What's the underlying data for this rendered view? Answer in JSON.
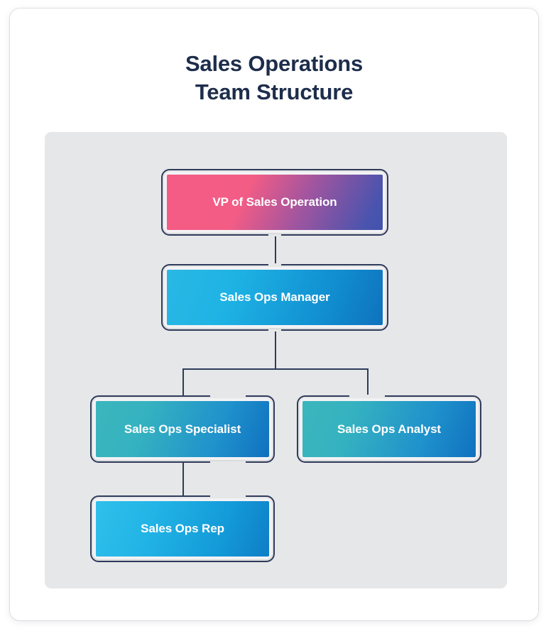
{
  "page": {
    "title_line1": "Sales Operations",
    "title_line2": "Team Structure",
    "background_color": "#ffffff",
    "card_color": "#ffffff",
    "panel_color": "#e6e7e8",
    "title_color": "#1d2d4b",
    "connector_color": "#2f3b5c",
    "node_outline_color": "#2f3b5c",
    "node_label_color": "#ffffff"
  },
  "chart_data": {
    "type": "diagram",
    "diagram_kind": "org-chart",
    "title": "Sales Operations Team Structure",
    "nodes": [
      {
        "id": "vp",
        "label": "VP of Sales Operation",
        "level": 0,
        "gradient_from": "#f45b85",
        "gradient_to": "#4253ad"
      },
      {
        "id": "manager",
        "label": "Sales Ops Manager",
        "level": 1,
        "gradient_from": "#2ab8e4",
        "gradient_to": "#0f72bd"
      },
      {
        "id": "specialist",
        "label": "Sales Ops Specialist",
        "level": 2,
        "gradient_from": "#3bb6bd",
        "gradient_to": "#1071bf"
      },
      {
        "id": "analyst",
        "label": "Sales Ops Analyst",
        "level": 2,
        "gradient_from": "#3bb6bd",
        "gradient_to": "#1071bf"
      },
      {
        "id": "rep",
        "label": "Sales Ops Rep",
        "level": 3,
        "gradient_from": "#2fc0ea",
        "gradient_to": "#0f7dc6"
      }
    ],
    "edges": [
      {
        "from": "vp",
        "to": "manager"
      },
      {
        "from": "manager",
        "to": "specialist"
      },
      {
        "from": "manager",
        "to": "analyst"
      },
      {
        "from": "specialist",
        "to": "rep"
      }
    ]
  }
}
